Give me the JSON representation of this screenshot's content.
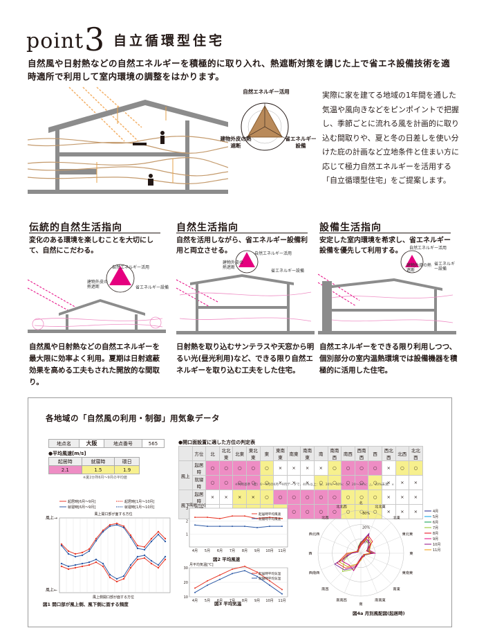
{
  "header": {
    "point_word": "point",
    "point_number": "3",
    "title": "自立循環型住宅",
    "lead": "自然風や日射熱などの自然エネルギーを積極的に取り入れ、熱遮断対策を講じた上で省エネ設備技術を適時適所で利用して室内環境の調整をはかります。"
  },
  "main_diagram": {
    "radar_labels": [
      "自然エネルギー活用",
      "建物外皮の熱遮断",
      "省エネルギー設備"
    ]
  },
  "side_text": "実際に家を建てる地域の1年間を通した気温や風向きなどをピンポイントで把握し、季節ごとに流れる風を計画的に取り込む間取りや、夏と冬の日差しを使い分けた庇の計画など立地条件と住まい方に応じて極力自然エネルギーを活用する「自立循環型住宅」をご提案します。",
  "columns": [
    {
      "title": "伝統的自然生活指向",
      "subtitle": "変化のある環境を楽しむことを大切にして、自然にこだわる。",
      "footer": "自然風や日射熱などの自然エネルギーを最大限に効率よく利用。夏期は日射遮蔽効果を高める工夫もされた開放的な間取り。"
    },
    {
      "title": "自然生活指向",
      "subtitle": "自然を活用しながら、省エネルギー設備利用と両立させる。",
      "footer": "日射熱を取り込むサンテラスや天窓から明るい光(昼光利用)など、できる限り自然エネルギーを取り込む工夫をした住宅。"
    },
    {
      "title": "設備生活指向",
      "subtitle": "安定した室内環境を希求し、省エネルギー設備を優先して利用する。",
      "footer": "自然エネルギーをできる限り利用しつつ、個別部分の室内温熱環境では設備機器を積極的に活用した住宅。"
    }
  ],
  "panel": {
    "title": "各地域の「自然風の利用・制御」用気象データ",
    "place_label": "地点名",
    "place_value": "大阪",
    "point_no_label": "地点番号",
    "point_no_value": "565",
    "avg_wind_label": "●平均風速[m/s]",
    "avg_wind_headers": [
      "起居時",
      "就寝時",
      "環日"
    ],
    "avg_wind_values": [
      "2.1",
      "1.5",
      "1.9"
    ],
    "avg_wind_note": "※夏2か所6月〜9月の平均値",
    "wind_table_title": "●開口面設置に適した方位の判定表",
    "directions": [
      "北",
      "北北東",
      "北東",
      "東北東",
      "東",
      "東南東",
      "南東",
      "南南東",
      "南",
      "南南西",
      "南西",
      "西南西",
      "西",
      "西北西",
      "北西",
      "北北西"
    ],
    "row_groups": [
      "風上",
      "風下"
    ],
    "row_labels": [
      "起居時",
      "就寝時",
      "起居時",
      "就寝時"
    ],
    "wind_table_note": "※判断基準（夏）6〜9月の6月～9月データで、40%以上：◎、30%〜40%：○、20〜30%：△、20%未満：×",
    "fig1_caption": "図1 開口部が風上側、風下側に面する頻度",
    "fig2_caption": "図2 平均風速",
    "fig3_caption": "図3 平均気温",
    "fig4_caption": "図4a 月別風配図(起居時)",
    "fig1_legend": [
      "起居時[6月〜9月]",
      "起居時[1月〜10月]",
      "就寝時[6月〜9月]",
      "就寝時[1月〜10月]"
    ],
    "fig1_top_label": "風上開口部が面する方位",
    "fig1_bottom_label": "風上側開口部が面する方位",
    "fig1_y_top": "風上→",
    "fig1_y_bottom": "風上←",
    "fig2_legend": [
      "起居時平均風速",
      "就寝時平均風速"
    ],
    "fig3_legend": [
      "起居時平均気温",
      "就寝時平均気温"
    ],
    "fig2_unit": "風速[m/s]",
    "fig3_unit": "月平均気温[℃]",
    "fig4_legend": [
      "4月",
      "5月",
      "6月",
      "7月",
      "8月",
      "9月",
      "10月",
      "11月"
    ],
    "compass": [
      "北",
      "北北東",
      "北東",
      "東北東",
      "東",
      "東南東",
      "南東",
      "南南東",
      "南",
      "南南西",
      "南西",
      "西南西",
      "西",
      "西北西",
      "北西",
      "北北西"
    ],
    "radar_ticks": [
      "10%",
      "20%",
      "30%"
    ]
  },
  "colors": {
    "magenta": "#e5007f",
    "pink": "#ee8dc4",
    "yellow": "#f7f08e",
    "accent_orange": "#f4b26a",
    "wood_tan": "#b98a5a",
    "line_red": "#e83828",
    "line_blue": "#2d5aa6"
  },
  "chart_data": [
    {
      "type": "line",
      "title": "図2 平均風速",
      "categories": [
        "4月",
        "5月",
        "6月",
        "7月",
        "8月",
        "9月",
        "10月",
        "11月"
      ],
      "ylim": [
        0,
        3
      ],
      "series": [
        {
          "name": "起居時平均風速",
          "values": [
            2.3,
            2.3,
            2.2,
            2.4,
            2.4,
            2.2,
            2.3,
            2.2
          ]
        },
        {
          "name": "就寝時平均風速",
          "values": [
            1.7,
            1.6,
            1.6,
            1.6,
            1.6,
            1.5,
            1.6,
            1.6
          ]
        }
      ]
    },
    {
      "type": "line",
      "title": "図3 平均気温",
      "categories": [
        "4月",
        "5月",
        "6月",
        "7月",
        "8月",
        "9月",
        "10月",
        "11月"
      ],
      "ylim": [
        10,
        30
      ],
      "series": [
        {
          "name": "起居時平均気温",
          "values": [
            16,
            21,
            25,
            29,
            31,
            27,
            21,
            15
          ]
        },
        {
          "name": "就寝時平均気温",
          "values": [
            13,
            18,
            22,
            26,
            28,
            24,
            18,
            12
          ]
        }
      ]
    }
  ]
}
